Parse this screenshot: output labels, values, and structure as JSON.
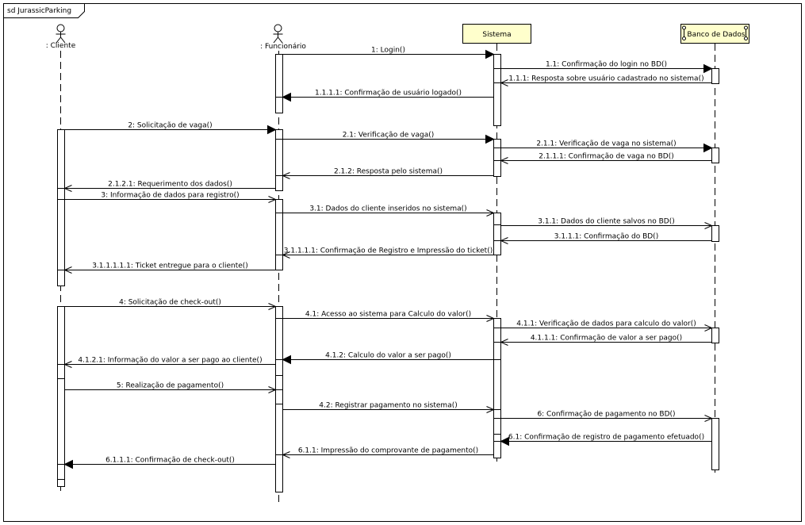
{
  "frame": {
    "title": "sd JurassicParking"
  },
  "colors": {
    "line": "#000000",
    "box_fill": "#ffffcc",
    "activation_fill": "#ffffff",
    "background": "#ffffff"
  },
  "participants": [
    {
      "id": "cliente",
      "label": ": Cliente",
      "kind": "actor"
    },
    {
      "id": "funcionario",
      "label": ": Funcionário",
      "kind": "actor"
    },
    {
      "id": "sistema",
      "label": "Sistema",
      "kind": "box"
    },
    {
      "id": "banco",
      "label": "Banco de Dados",
      "kind": "database-box"
    }
  ],
  "messages": [
    {
      "label": "1: Login()",
      "from": "funcionario",
      "to": "sistema",
      "kind": "sync"
    },
    {
      "label": "1.1: Confirmação do login no BD()",
      "from": "sistema",
      "to": "banco",
      "kind": "sync"
    },
    {
      "label": "1.1.1: Resposta sobre usuário cadastrado no sistema()",
      "from": "banco",
      "to": "sistema",
      "kind": "return"
    },
    {
      "label": "1.1.1.1: Confirmação de usuário logado()",
      "from": "sistema",
      "to": "funcionario",
      "kind": "sync"
    },
    {
      "label": "2: Solicitação de vaga()",
      "from": "cliente",
      "to": "funcionario",
      "kind": "sync"
    },
    {
      "label": "2.1: Verificação de vaga()",
      "from": "funcionario",
      "to": "sistema",
      "kind": "sync"
    },
    {
      "label": "2.1.1: Verificação de vaga no sistema()",
      "from": "sistema",
      "to": "banco",
      "kind": "sync"
    },
    {
      "label": "2.1.1.1: Confirmação de vaga no BD()",
      "from": "banco",
      "to": "sistema",
      "kind": "return"
    },
    {
      "label": "2.1.2: Resposta pelo sistema()",
      "from": "sistema",
      "to": "funcionario",
      "kind": "return"
    },
    {
      "label": "2.1.2.1: Requerimento dos dados()",
      "from": "funcionario",
      "to": "cliente",
      "kind": "return"
    },
    {
      "label": "3: Informação de dados para registro()",
      "from": "cliente",
      "to": "funcionario",
      "kind": "async"
    },
    {
      "label": "3.1: Dados do cliente inseridos no sistema()",
      "from": "funcionario",
      "to": "sistema",
      "kind": "async"
    },
    {
      "label": "3.1.1: Dados do cliente salvos no BD()",
      "from": "sistema",
      "to": "banco",
      "kind": "async"
    },
    {
      "label": "3.1.1.1: Confirmação do BD()",
      "from": "banco",
      "to": "sistema",
      "kind": "return"
    },
    {
      "label": "3.1.1.1.1: Confirmação de Registro e Impressão do ticket()",
      "from": "sistema",
      "to": "funcionario",
      "kind": "return"
    },
    {
      "label": "3.1.1.1.1.1: Ticket entregue para o cliente()",
      "from": "funcionario",
      "to": "cliente",
      "kind": "return"
    },
    {
      "label": "4: Solicitação de check-out()",
      "from": "cliente",
      "to": "funcionario",
      "kind": "async"
    },
    {
      "label": "4.1: Acesso ao sistema para Calculo do valor()",
      "from": "funcionario",
      "to": "sistema",
      "kind": "async"
    },
    {
      "label": "4.1.1: Verificação de dados para calculo do valor()",
      "from": "sistema",
      "to": "banco",
      "kind": "async"
    },
    {
      "label": "4.1.1.1: Confirmação de valor a ser pago()",
      "from": "banco",
      "to": "sistema",
      "kind": "return"
    },
    {
      "label": "4.1.2: Calculo do valor a ser pago()",
      "from": "sistema",
      "to": "funcionario",
      "kind": "sync"
    },
    {
      "label": "4.1.2.1: Informação do valor a ser pago ao cliente()",
      "from": "funcionario",
      "to": "cliente",
      "kind": "return"
    },
    {
      "label": "5: Realização de pagamento()",
      "from": "cliente",
      "to": "funcionario",
      "kind": "async"
    },
    {
      "label": "4.2: Registrar pagamento no sistema()",
      "from": "funcionario",
      "to": "sistema",
      "kind": "async"
    },
    {
      "label": "6: Confirmação de pagamento no BD()",
      "from": "sistema",
      "to": "banco",
      "kind": "async"
    },
    {
      "label": "6.1: Confirmação de registro de pagamento efetuado()",
      "from": "banco",
      "to": "sistema",
      "kind": "sync"
    },
    {
      "label": "6.1.1: Impressão do comprovante de pagamento()",
      "from": "sistema",
      "to": "funcionario",
      "kind": "return"
    },
    {
      "label": "6.1.1.1: Confirmação de check-out()",
      "from": "funcionario",
      "to": "cliente",
      "kind": "sync"
    }
  ]
}
